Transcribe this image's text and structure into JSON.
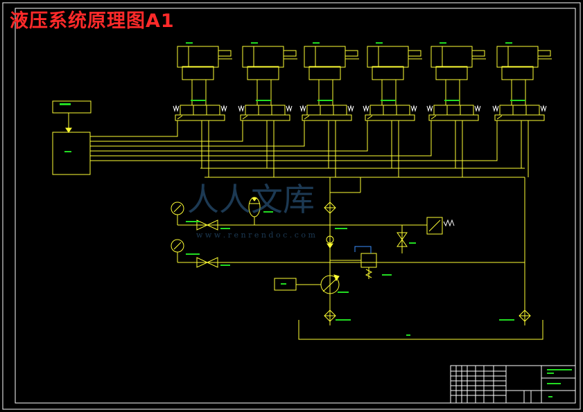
{
  "title": "液压系统原理图A1",
  "colors": {
    "line": "#ffff33",
    "frame": "#ffffff",
    "label": "#22dd22",
    "title": "#ff2a2a",
    "watermark": "#2f5f8a"
  },
  "watermark": {
    "brand": "人人文库",
    "url": "w w w . r e n r e n d o c . c o m"
  }
}
